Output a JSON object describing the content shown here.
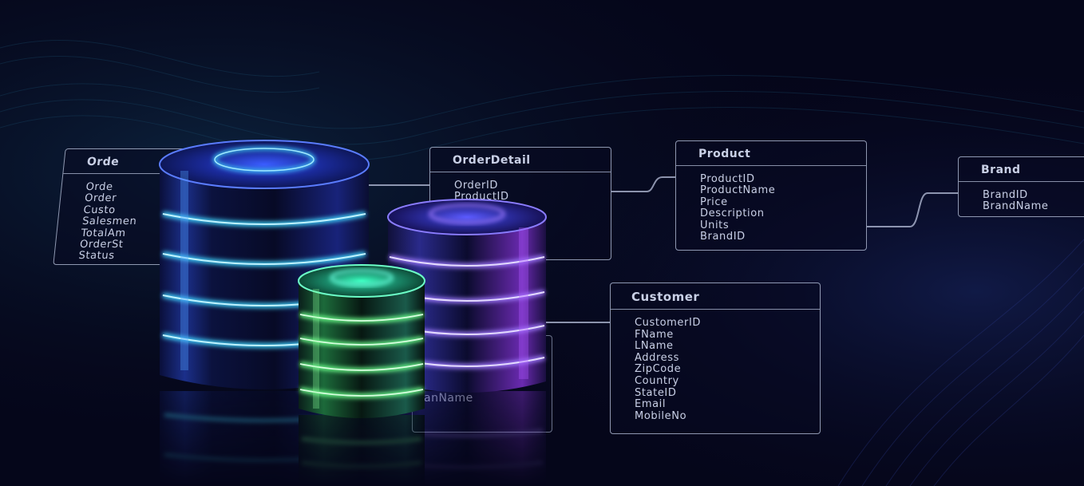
{
  "tables": {
    "orders": {
      "title": "Orde",
      "fields": [
        "Orde",
        "Order",
        "Custo",
        "Salesmen",
        "TotalAm",
        "OrderSt",
        "Status"
      ]
    },
    "order_detail": {
      "title": "OrderDetail",
      "fields": [
        "OrderID",
        "ProductID"
      ]
    },
    "product": {
      "title": "Product",
      "fields": [
        "ProductID",
        "ProductName",
        "Price",
        "Description",
        "Units",
        "BrandID"
      ]
    },
    "brand": {
      "title": "Brand",
      "fields": [
        "BrandID",
        "BrandName"
      ]
    },
    "customer": {
      "title": "Customer",
      "fields": [
        "CustomerID",
        "FName",
        "LName",
        "Address",
        "ZipCode",
        "Country",
        "StateID",
        "Email",
        "MobileNo"
      ]
    },
    "hidden_table": {
      "label": "anName"
    }
  },
  "colors": {
    "background": "#05061a",
    "cyan_glow": "#3fd7ff",
    "violet_glow": "#a07bff",
    "green_glow": "#6cff8a"
  }
}
